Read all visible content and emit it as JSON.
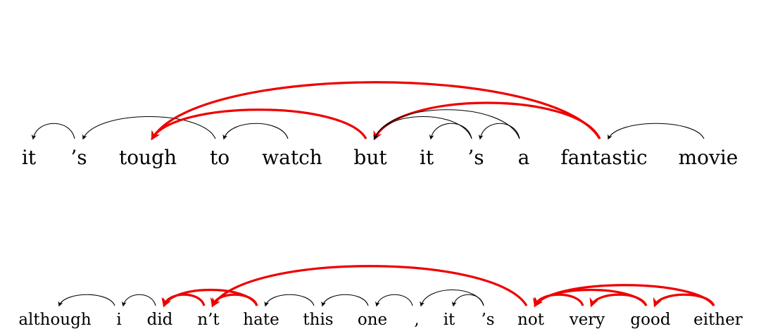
{
  "colors": {
    "highlight": "#ee0000",
    "normal": "#000000"
  },
  "sentences": [
    {
      "words": [
        "it",
        "’s",
        "tough",
        "to",
        "watch",
        "but",
        "it",
        "’s",
        "a",
        "fantastic",
        "movie"
      ],
      "arcs": [
        {
          "from": 1,
          "to": 0,
          "highlight": false
        },
        {
          "from": 3,
          "to": 1,
          "highlight": false
        },
        {
          "from": 5,
          "to": 2,
          "highlight": true
        },
        {
          "from": 9,
          "to": 2,
          "highlight": true
        },
        {
          "from": 4,
          "to": 3,
          "highlight": false
        },
        {
          "from": 9,
          "to": 5,
          "highlight": true
        },
        {
          "from": 8,
          "to": 5,
          "highlight": false
        },
        {
          "from": 7,
          "to": 5,
          "highlight": false
        },
        {
          "from": 7,
          "to": 6,
          "highlight": false
        },
        {
          "from": 8,
          "to": 7,
          "highlight": false
        },
        {
          "from": 10,
          "to": 9,
          "highlight": false
        }
      ]
    },
    {
      "words": [
        "although",
        "i",
        "did",
        "n’t",
        "hate",
        "this",
        "one",
        ",",
        "it",
        "’s",
        "not",
        "very",
        "good",
        "either"
      ],
      "arcs": [
        {
          "from": 1,
          "to": 0,
          "highlight": false
        },
        {
          "from": 2,
          "to": 1,
          "highlight": false
        },
        {
          "from": 3,
          "to": 2,
          "highlight": true
        },
        {
          "from": 4,
          "to": 2,
          "highlight": true
        },
        {
          "from": 4,
          "to": 3,
          "highlight": true
        },
        {
          "from": 10,
          "to": 3,
          "highlight": true
        },
        {
          "from": 5,
          "to": 4,
          "highlight": false
        },
        {
          "from": 6,
          "to": 5,
          "highlight": false
        },
        {
          "from": 7,
          "to": 6,
          "highlight": false
        },
        {
          "from": 9,
          "to": 7,
          "highlight": false
        },
        {
          "from": 9,
          "to": 8,
          "highlight": false
        },
        {
          "from": 11,
          "to": 10,
          "highlight": true
        },
        {
          "from": 12,
          "to": 10,
          "highlight": true
        },
        {
          "from": 13,
          "to": 10,
          "highlight": true
        },
        {
          "from": 12,
          "to": 11,
          "highlight": true
        },
        {
          "from": 13,
          "to": 12,
          "highlight": true
        }
      ]
    }
  ]
}
